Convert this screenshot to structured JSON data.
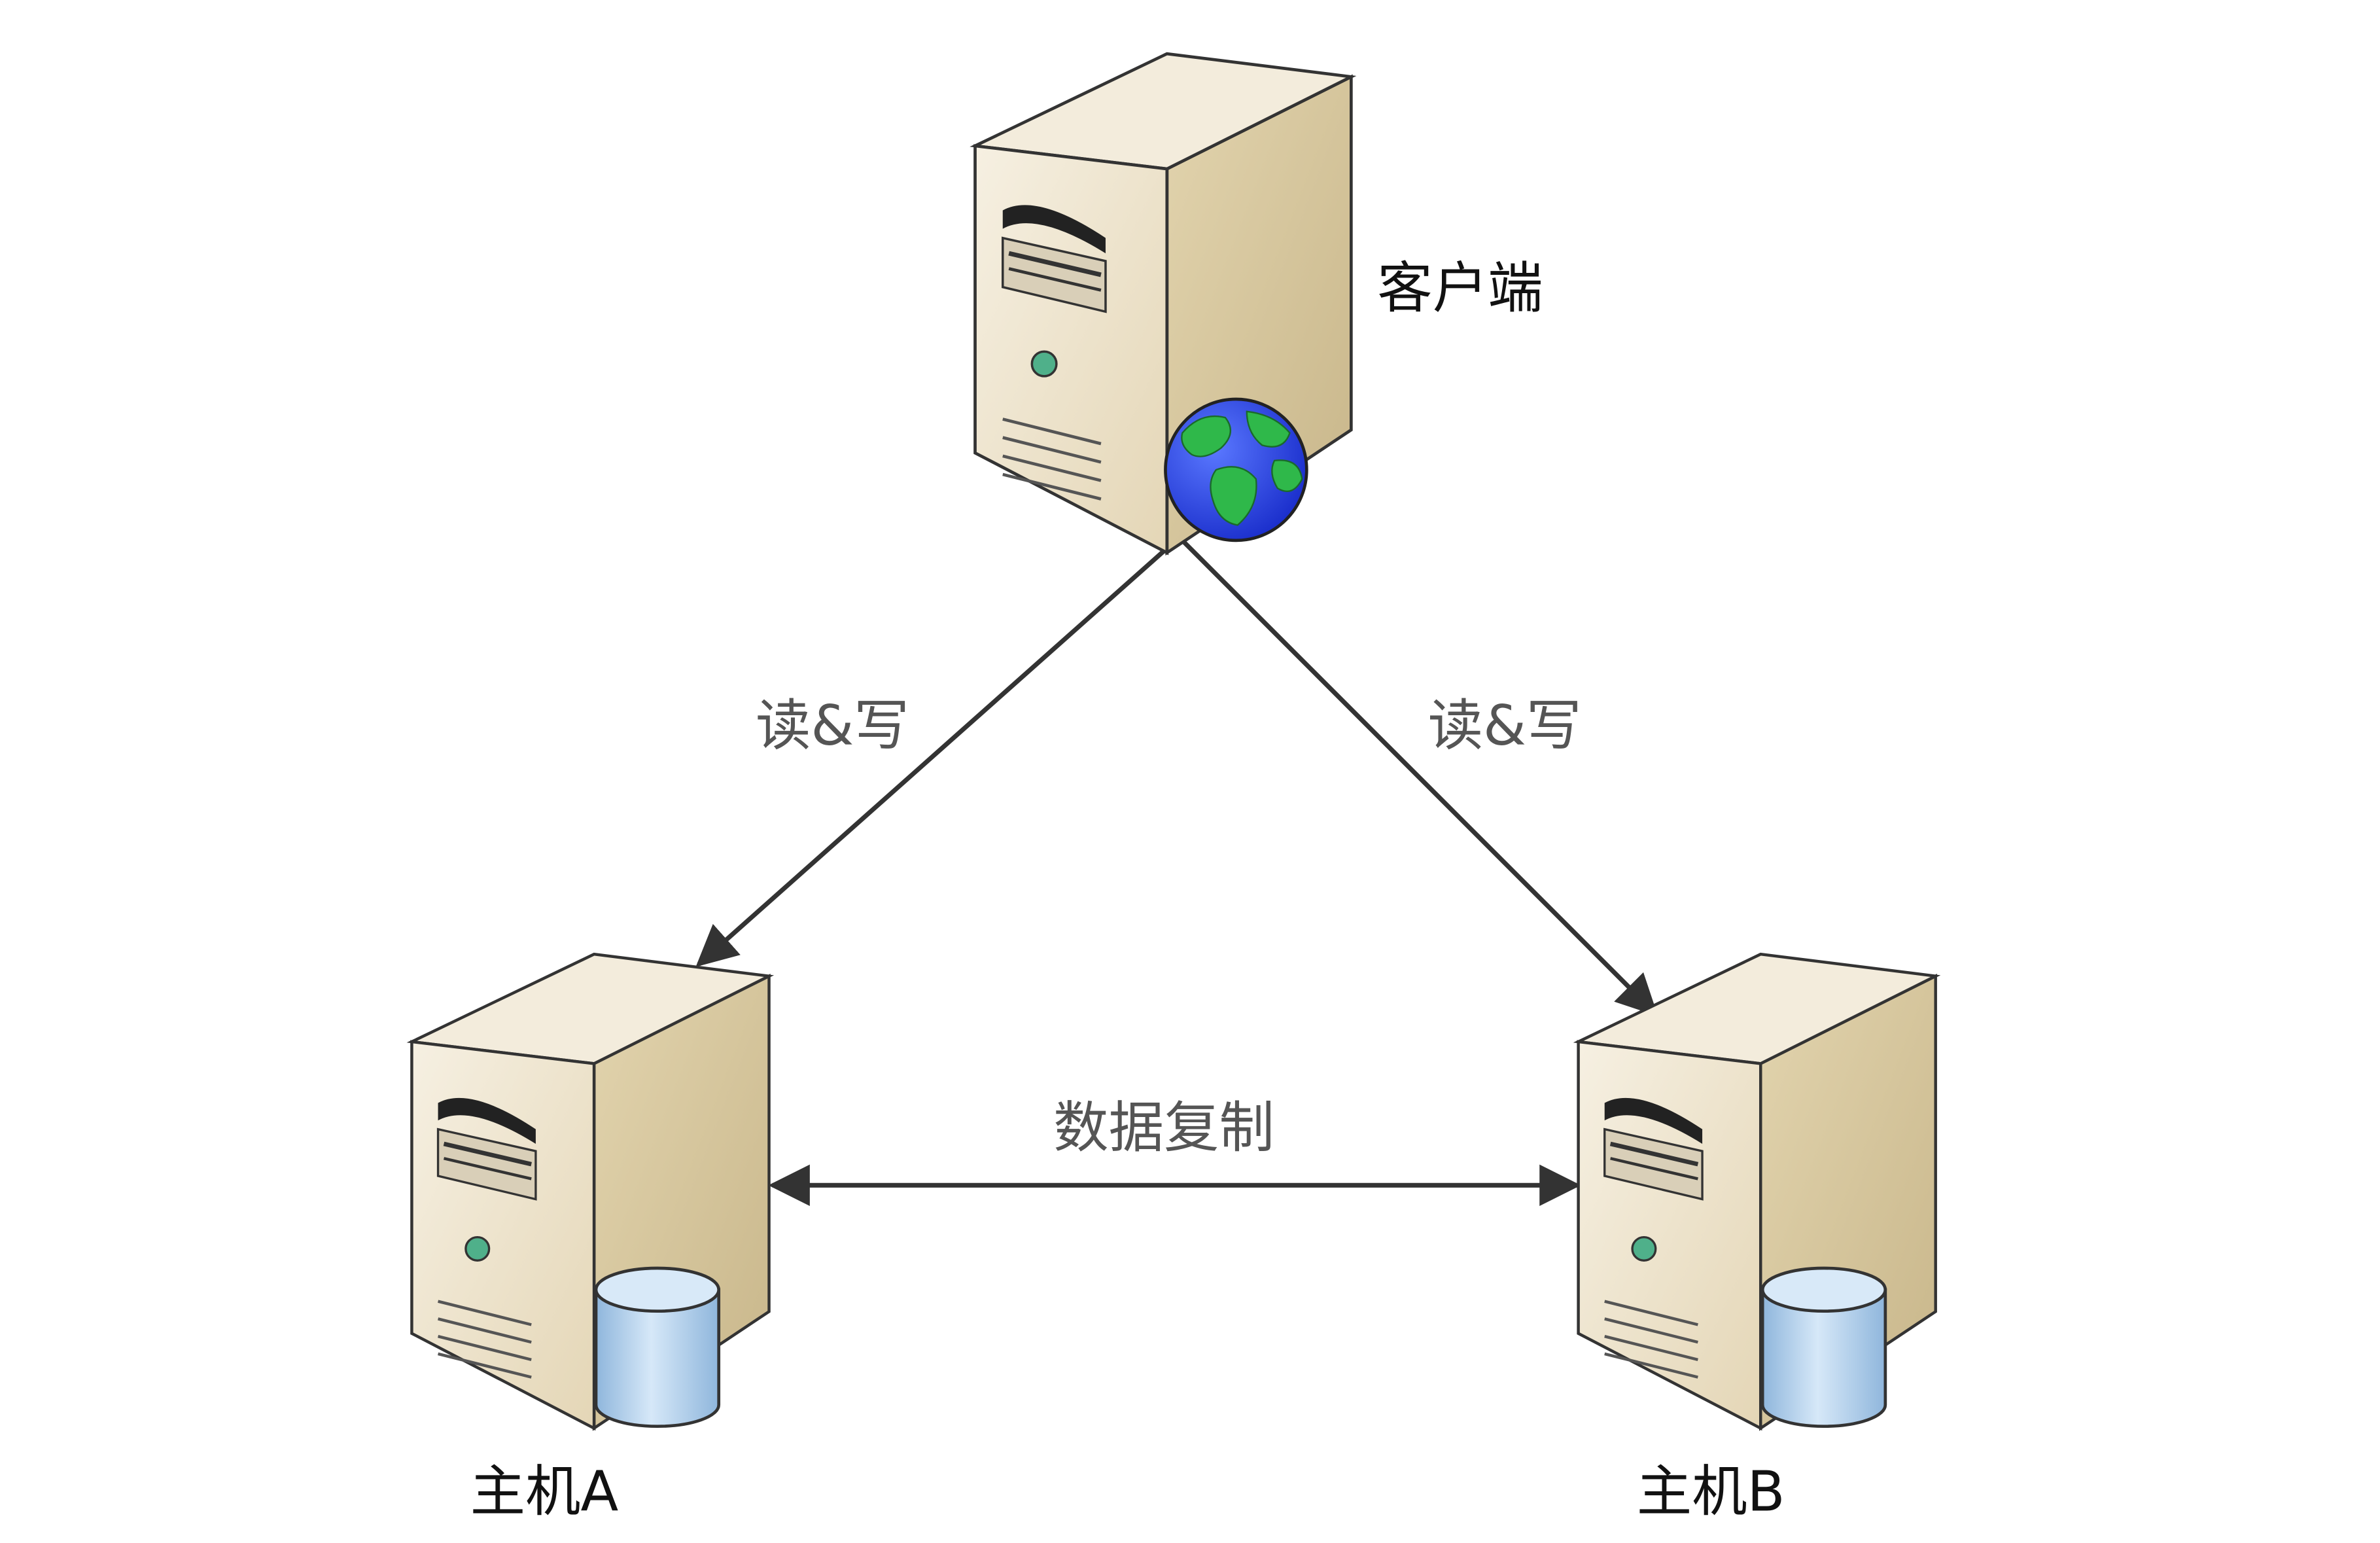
{
  "nodes": {
    "client": {
      "label": "客户端",
      "icon": "web-server-globe-icon"
    },
    "host_a": {
      "label": "主机A",
      "icon": "database-server-icon"
    },
    "host_b": {
      "label": "主机B",
      "icon": "database-server-icon"
    }
  },
  "edges": {
    "client_to_host_a": {
      "label": "读&写"
    },
    "client_to_host_b": {
      "label": "读&写"
    },
    "replication": {
      "label": "数据复制"
    }
  },
  "colors": {
    "node_text": "#111111",
    "edge_text": "#555555",
    "edge_line": "#333333",
    "server_front": "#efe6d2",
    "server_side": "#d8c9a4",
    "server_top": "#f3ecdc",
    "globe_ocean": "#1f3fe0",
    "globe_land": "#2fb84a",
    "db_body": "#b7d4ee",
    "db_top": "#d8e9f8"
  }
}
